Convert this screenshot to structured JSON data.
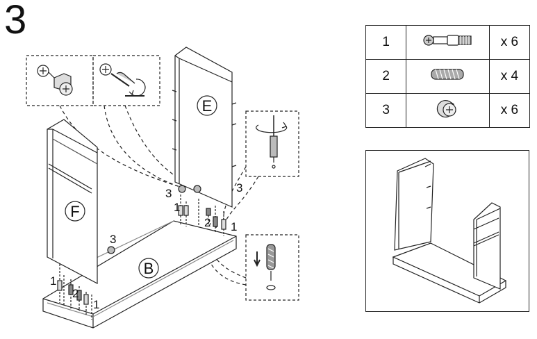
{
  "step": {
    "number": "3"
  },
  "panels": {
    "e": "E",
    "f": "F",
    "b": "B"
  },
  "callouts": {
    "c3_left": "3",
    "c3_right": "3",
    "c3_front": "3",
    "c1_a": "1",
    "c2_a": "2",
    "c1_b": "1",
    "c1_c": "1",
    "c2_b": "2",
    "c1_d": "1"
  },
  "parts": [
    {
      "id": "1",
      "qty": "x 6",
      "icon": "cam-bolt-icon"
    },
    {
      "id": "2",
      "qty": "x 4",
      "icon": "wood-dowel-icon"
    },
    {
      "id": "3",
      "qty": "x 6",
      "icon": "cam-lock-icon"
    }
  ]
}
